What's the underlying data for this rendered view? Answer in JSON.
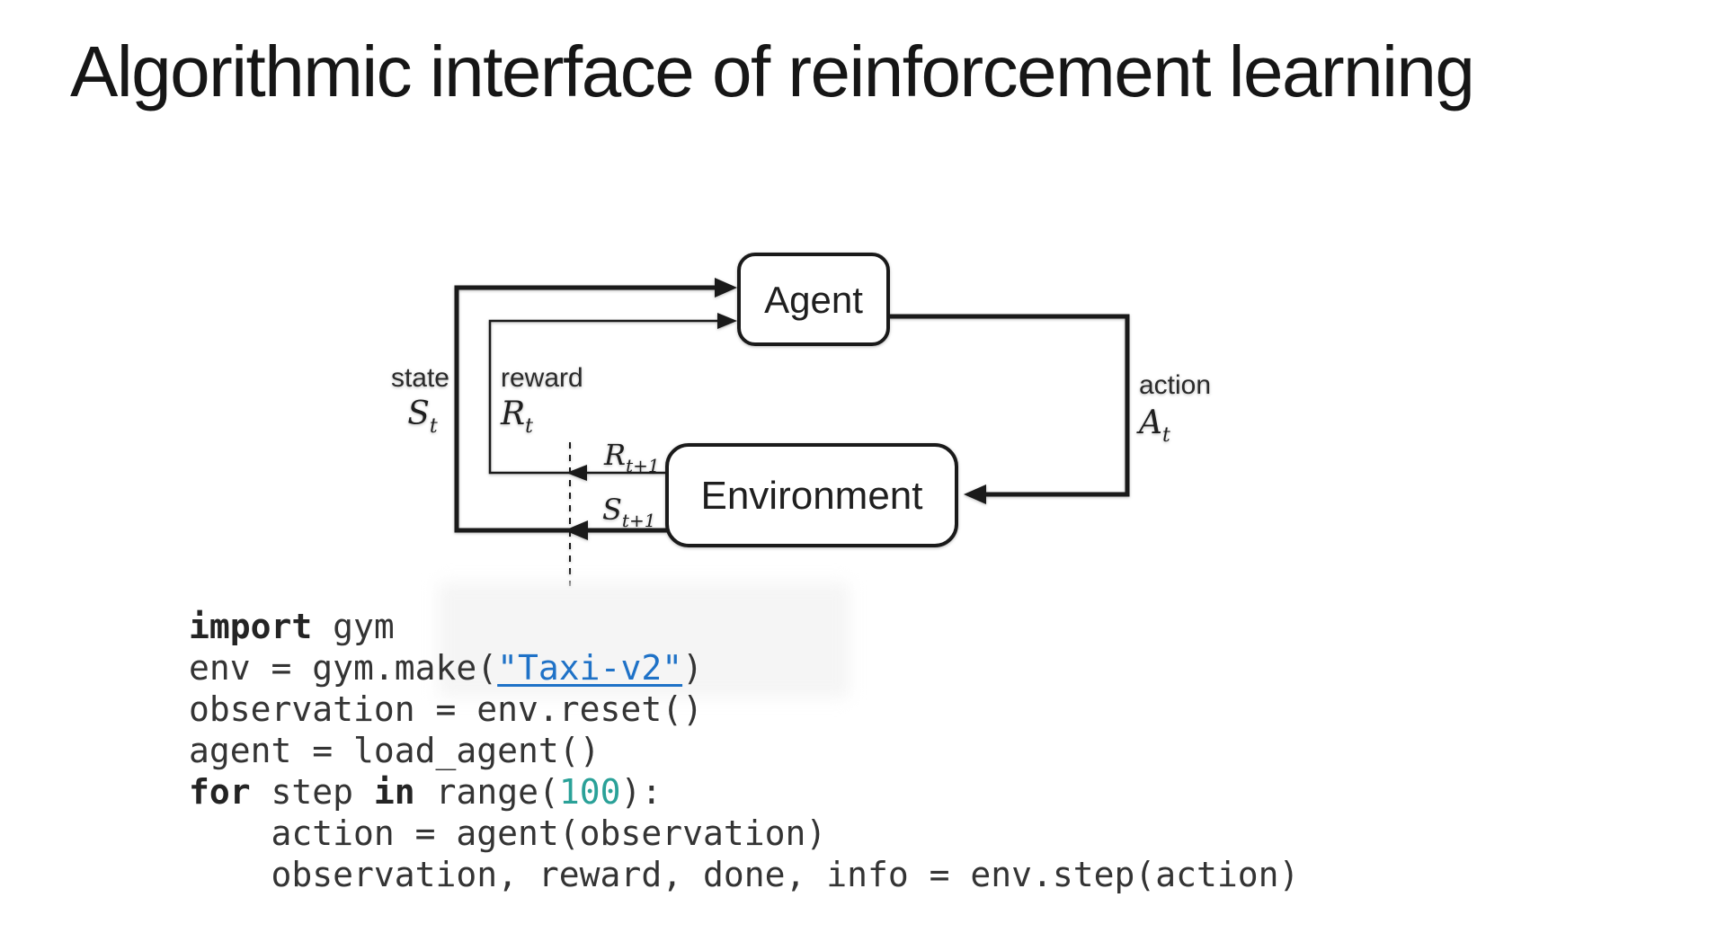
{
  "title": "Algorithmic interface of reinforcement learning",
  "diagram": {
    "agent": "Agent",
    "environment": "Environment",
    "labels": {
      "state": "state",
      "reward": "reward",
      "action": "action"
    },
    "symbols": {
      "state_sym": "S",
      "state_sub": "t",
      "reward_sym": "R",
      "reward_sub": "t",
      "action_sym": "A",
      "action_sub": "t",
      "reward_next_sym": "R",
      "reward_next_sub": "t+1",
      "state_next_sym": "S",
      "state_next_sub": "t+1"
    }
  },
  "code": {
    "lines": [
      [
        {
          "t": "import",
          "c": "kw"
        },
        {
          "t": " gym",
          "c": ""
        }
      ],
      [
        {
          "t": "env = gym.make(",
          "c": ""
        },
        {
          "t": "\"Taxi-v2\"",
          "c": "link"
        },
        {
          "t": ")",
          "c": ""
        }
      ],
      [
        {
          "t": "observation = env.reset()",
          "c": ""
        }
      ],
      [
        {
          "t": "agent = load_agent()",
          "c": ""
        }
      ],
      [
        {
          "t": "for",
          "c": "kw"
        },
        {
          "t": " step ",
          "c": ""
        },
        {
          "t": "in",
          "c": "kw"
        },
        {
          "t": " range(",
          "c": ""
        },
        {
          "t": "100",
          "c": "num"
        },
        {
          "t": "):",
          "c": ""
        }
      ],
      [
        {
          "t": "    action = agent(observation)",
          "c": ""
        }
      ],
      [
        {
          "t": "    observation, reward, done, info = env.step(action)",
          "c": ""
        }
      ]
    ]
  },
  "colors": {
    "link_blue": "#1f72c7",
    "number_teal": "#2aa198",
    "code_text": "#343434",
    "diagram_ink": "#1a1a1a"
  }
}
